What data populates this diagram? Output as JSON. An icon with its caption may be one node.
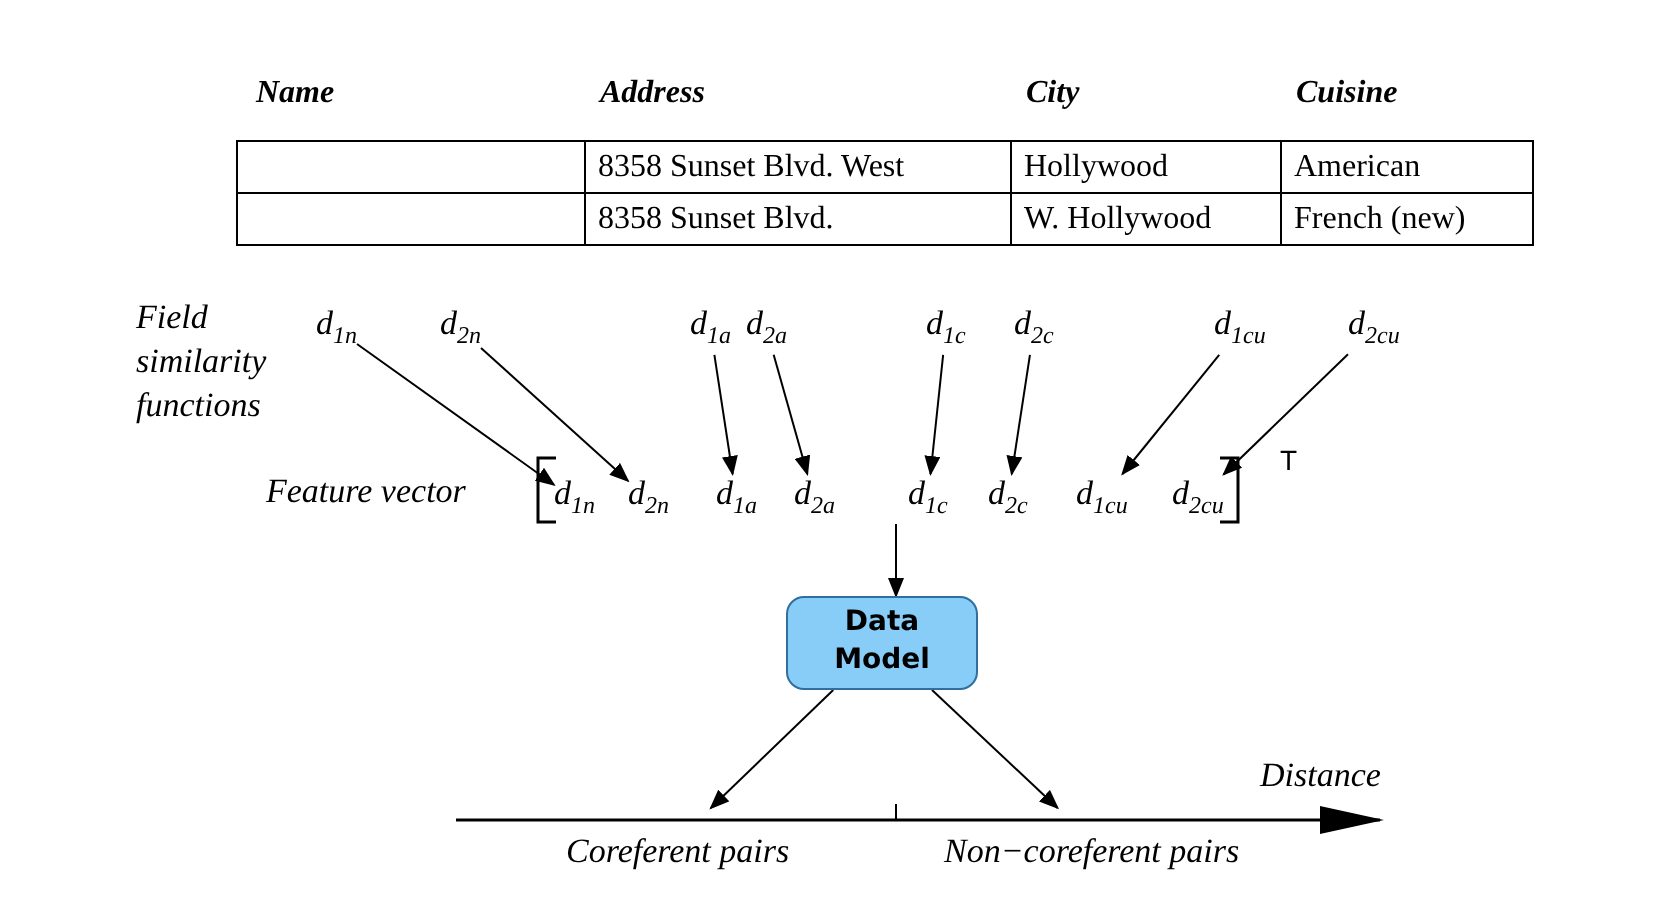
{
  "diagram": {
    "nodes": [
      {
        "text": [
          "d$_{1n}$"
        ]
      },
      {
        "text": [
          "d$_{2n}$"
        ]
      },
      {
        "text": [
          "d$_{1a}$"
        ]
      },
      {
        "text": [
          "d$_{2a}$"
        ]
      },
      {
        "text": [
          "d$_{1c}$"
        ]
      },
      {
        "text": [
          "d$_{2c}$"
        ]
      },
      {
        "text": [
          "d$_{1cu}$"
        ]
      },
      {
        "text": [
          "d$_{2cu}$"
        ]
      },
      {
        "text": [
          "Feature vector"
        ]
      },
      {
        "text": [
          "d$_{1n}$"
        ],
        "in": 8
      },
      {
        "text": [
          "d$_{2n}$"
        ],
        "in": 8
      },
      {
        "text": [
          "d$_{1a}$"
        ],
        "in": 8
      },
      {
        "text": [
          "d$_{2a}$"
        ],
        "in": 8
      },
      {
        "text": [
          "d$_{1c}$"
        ],
        "in": 8
      },
      {
        "text": [
          "d$_{2c}$"
        ],
        "in": 8
      },
      {
        "text": [
          "d$_{1cu}$"
        ],
        "in": 8
      },
      {
        "text": [
          "d$_{2cu}$"
        ],
        "in": 8
      },
      {
        "text": [
          "Data Model"
        ]
      },
      {
        "text": [
          "Coreferent pairs"
        ]
      },
      {
        "text": [
          "Non−coreferent pairs"
        ]
      }
    ],
    "edges": [
      {
        "from": 0,
        "to": 9,
        "arrow": "to"
      },
      {
        "from": 1,
        "to": 10,
        "arrow": "to"
      },
      {
        "from": 2,
        "to": 11,
        "arrow": "to"
      },
      {
        "from": 3,
        "to": 12,
        "arrow": "to"
      },
      {
        "from": 4,
        "to": 13,
        "arrow": "to"
      },
      {
        "from": 5,
        "to": 14,
        "arrow": "to"
      },
      {
        "from": 6,
        "to": 15,
        "arrow": "to"
      },
      {
        "from": 7,
        "to": 16,
        "arrow": "to"
      },
      {
        "from": 8,
        "to": 17,
        "arrow": "to"
      },
      {
        "from": 17,
        "to": 18,
        "arrow": "to"
      },
      {
        "from": 17,
        "to": 19,
        "arrow": "to"
      }
    ],
    "labels": [
      "Name",
      "Address",
      "City",
      "Cuisine",
      "8358 Sunset Blvd. West",
      "Hollywood",
      "American",
      "8358 Sunset Blvd.",
      "W. Hollywood",
      "French (new)",
      "Field similarity functions",
      "T",
      "Distance"
    ]
  }
}
